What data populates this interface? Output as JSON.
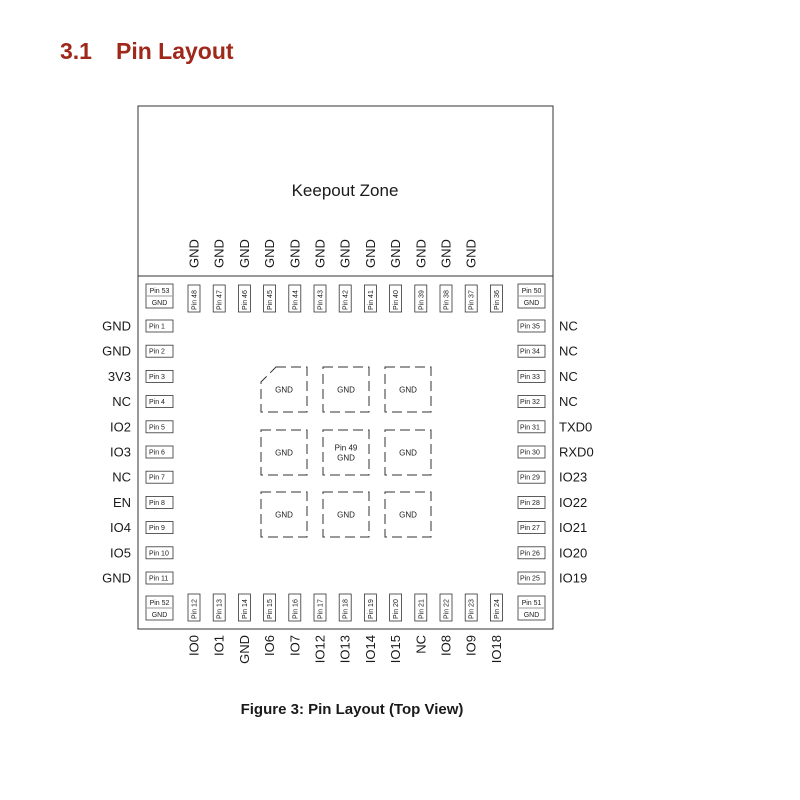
{
  "section": {
    "number": "3.1",
    "title": "Pin Layout"
  },
  "keepout_label": "Keepout Zone",
  "top_labels": [
    "GND",
    "GND",
    "GND",
    "GND",
    "GND",
    "GND",
    "GND",
    "GND",
    "GND",
    "GND",
    "GND",
    "GND"
  ],
  "top_pins": [
    "Pin 48",
    "Pin 47",
    "Pin 46",
    "Pin 45",
    "Pin 44",
    "Pin 43",
    "Pin 42",
    "Pin 41",
    "Pin 40",
    "Pin 39",
    "Pin 38",
    "Pin 37",
    "Pin 36"
  ],
  "corner_pins": {
    "top_left": {
      "pin": "Pin 53",
      "label": "GND"
    },
    "top_right": {
      "pin": "Pin 50",
      "label": "GND"
    },
    "bottom_left": {
      "pin": "Pin 52",
      "label": "GND"
    },
    "bottom_right": {
      "pin": "Pin 51",
      "label": "GND"
    }
  },
  "left_pins": [
    {
      "pin": "Pin 1",
      "label": "GND"
    },
    {
      "pin": "Pin 2",
      "label": "GND"
    },
    {
      "pin": "Pin 3",
      "label": "3V3"
    },
    {
      "pin": "Pin 4",
      "label": "NC"
    },
    {
      "pin": "Pin 5",
      "label": "IO2"
    },
    {
      "pin": "Pin 6",
      "label": "IO3"
    },
    {
      "pin": "Pin 7",
      "label": "NC"
    },
    {
      "pin": "Pin 8",
      "label": "EN"
    },
    {
      "pin": "Pin 9",
      "label": "IO4"
    },
    {
      "pin": "Pin 10",
      "label": "IO5"
    },
    {
      "pin": "Pin 11",
      "label": "GND"
    }
  ],
  "right_pins": [
    {
      "pin": "Pin 35",
      "label": "NC"
    },
    {
      "pin": "Pin 34",
      "label": "NC"
    },
    {
      "pin": "Pin 33",
      "label": "NC"
    },
    {
      "pin": "Pin 32",
      "label": "NC"
    },
    {
      "pin": "Pin 31",
      "label": "TXD0"
    },
    {
      "pin": "Pin 30",
      "label": "RXD0"
    },
    {
      "pin": "Pin 29",
      "label": "IO23"
    },
    {
      "pin": "Pin 28",
      "label": "IO22"
    },
    {
      "pin": "Pin 27",
      "label": "IO21"
    },
    {
      "pin": "Pin 26",
      "label": "IO20"
    },
    {
      "pin": "Pin 25",
      "label": "IO19"
    }
  ],
  "bottom_pins": [
    {
      "pin": "Pin 12",
      "label": "IO0"
    },
    {
      "pin": "Pin 13",
      "label": "IO1"
    },
    {
      "pin": "Pin 14",
      "label": "GND"
    },
    {
      "pin": "Pin 15",
      "label": "IO6"
    },
    {
      "pin": "Pin 16",
      "label": "IO7"
    },
    {
      "pin": "Pin 17",
      "label": "IO12"
    },
    {
      "pin": "Pin 18",
      "label": "IO13"
    },
    {
      "pin": "Pin 19",
      "label": "IO14"
    },
    {
      "pin": "Pin 20",
      "label": "IO15"
    },
    {
      "pin": "Pin 21",
      "label": "NC"
    },
    {
      "pin": "Pin 22",
      "label": "IO8"
    },
    {
      "pin": "Pin 23",
      "label": "IO9"
    },
    {
      "pin": "Pin 24",
      "label": "IO18"
    }
  ],
  "center_pads": [
    {
      "label": "GND"
    },
    {
      "label": "GND"
    },
    {
      "label": "GND"
    },
    {
      "label": "GND"
    },
    {
      "pin": "Pin 49",
      "label": "GND"
    },
    {
      "label": "GND"
    },
    {
      "label": "GND"
    },
    {
      "label": "GND"
    },
    {
      "label": "GND"
    }
  ],
  "caption": "Figure 3: Pin Layout (Top View)"
}
